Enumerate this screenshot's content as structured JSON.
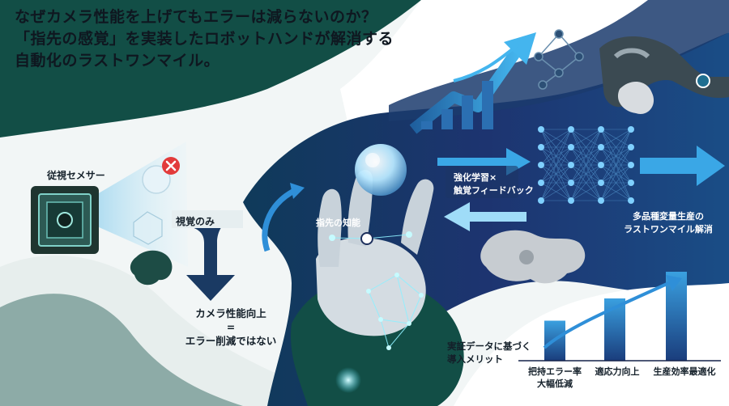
{
  "headline": {
    "line1": "なぜカメラ性能を上げてもエラーは減らないのか？",
    "line2": "「指先の感覚」を実装したロボットハンドが解消する",
    "line3": "自動化のラストワンマイル。"
  },
  "sensor": {
    "label": "従視セメサー"
  },
  "vision": {
    "label": "視覚のみ"
  },
  "camera_note": {
    "line1": "カメラ性能向上",
    "line2": "=",
    "line3": "エラー削減ではない"
  },
  "hand": {
    "label": "指先の知能"
  },
  "learning": {
    "line1": "強化学習×",
    "line2": "触覚フィードバック"
  },
  "outcome": {
    "line1": "多品種変量生産の",
    "line2": "ラストワンマイル解消"
  },
  "merit": {
    "line1": "実証データに基づく",
    "line2": "導入メリット"
  },
  "bars": [
    {
      "line1": "把持エラー率",
      "line2": "大幅低減",
      "level": 0.45
    },
    {
      "line1": "適応力向上",
      "line2": "",
      "level": 0.7
    },
    {
      "line1": "生産効率最適化",
      "line2": "",
      "level": 1.0
    }
  ],
  "colors": {
    "dark_green": "#124e46",
    "navy": "#1c2f5c",
    "deep_navy": "#14224a",
    "accent_blue": "#2f8fd8",
    "light_blue": "#8fd2f5",
    "cyan_glow": "#9ff3ff",
    "error_red": "#e23b3b"
  },
  "icons": {
    "error": "x-circle-icon",
    "camera": "camera-icon",
    "arrow_up": "trend-arrow-icon",
    "neural": "neural-network-icon"
  }
}
